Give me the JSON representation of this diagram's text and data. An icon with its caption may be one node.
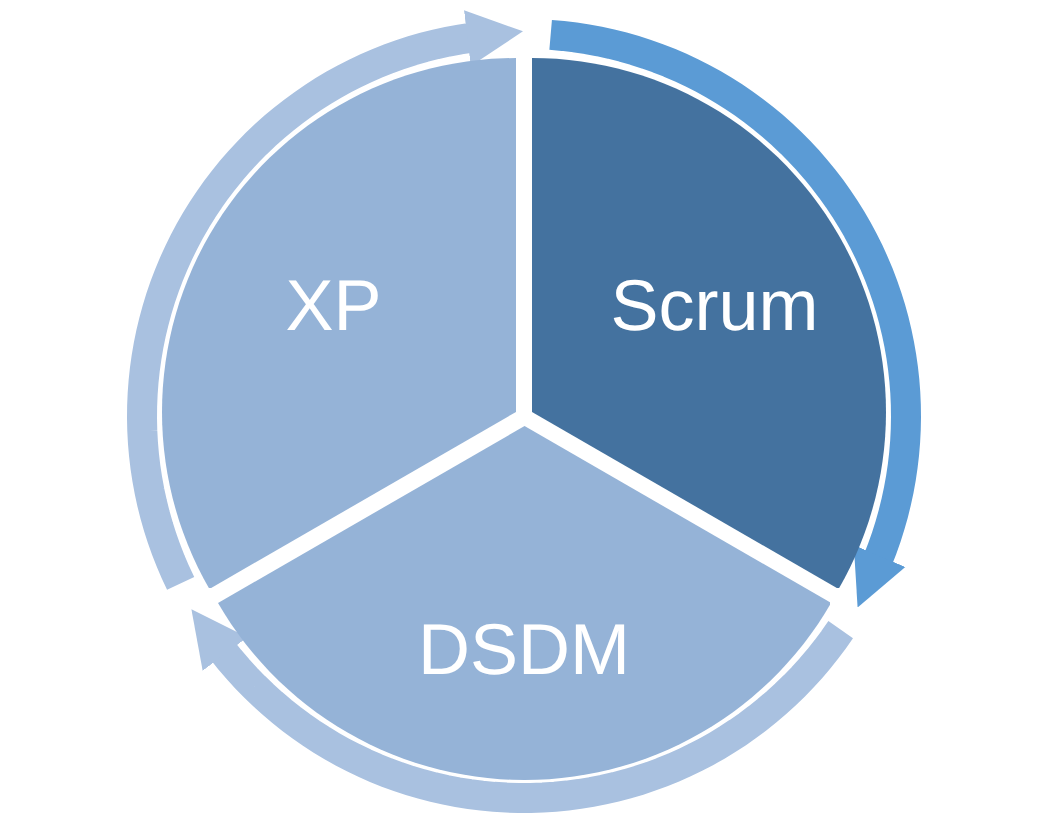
{
  "diagram": {
    "nodes": [
      {
        "text": [
          "XP"
        ]
      },
      {
        "text": [
          "Scrum"
        ]
      },
      {
        "text": [
          "DSDM"
        ]
      }
    ],
    "edges": [
      {
        "from": 0,
        "to": 1,
        "arrow": "to"
      },
      {
        "from": 1,
        "to": 2,
        "arrow": "to",
        "color": "#5b9bd5"
      },
      {
        "from": 2,
        "to": 0,
        "arrow": "to"
      }
    ]
  }
}
